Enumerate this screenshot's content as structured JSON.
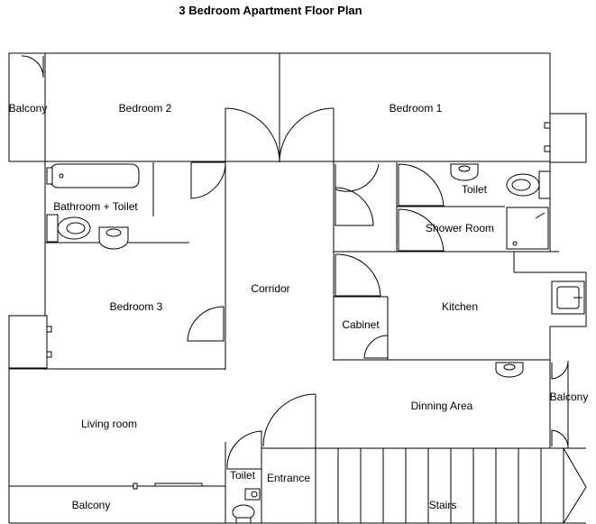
{
  "title": "3 Bedroom Apartment Floor Plan",
  "rooms": {
    "balcony_top_left": "Balcony",
    "bedroom_2": "Bedroom 2",
    "bedroom_1": "Bedroom 1",
    "bathroom_toilet": "Bathroom + Toilet",
    "toilet_right": "Toilet",
    "shower_room": "Shower Room",
    "corridor": "Corridor",
    "bedroom_3": "Bedroom 3",
    "kitchen": "Kitchen",
    "cabinet": "Cabinet",
    "dinning_area": "Dinning Area",
    "balcony_right": "Balcony",
    "living_room": "Living room",
    "toilet_small": "Toilet",
    "entrance": "Entrance",
    "balcony_bottom": "Balcony",
    "stairs": "Stairs"
  }
}
